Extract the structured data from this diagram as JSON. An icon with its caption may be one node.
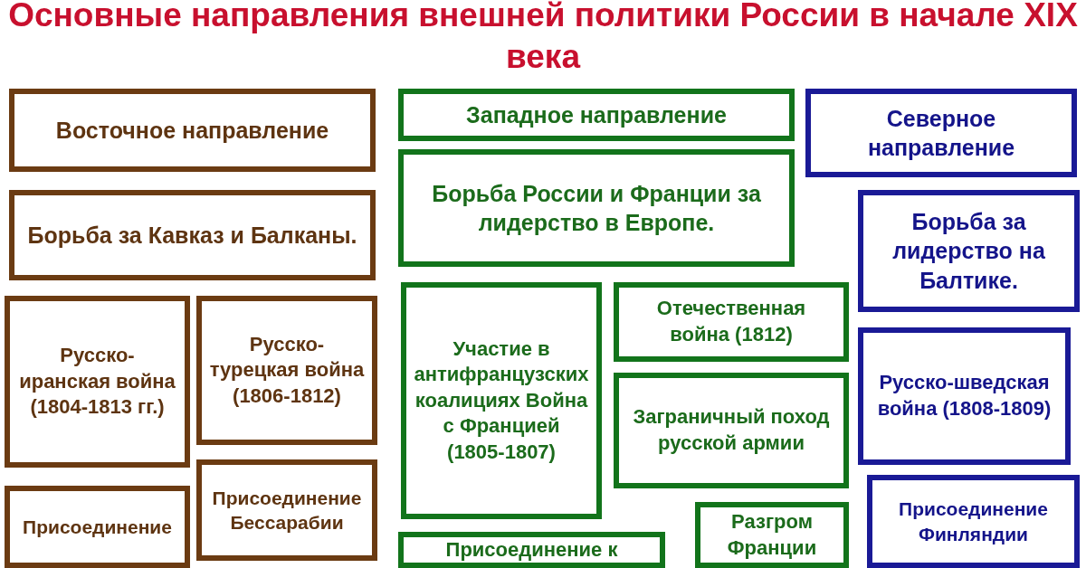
{
  "diagram": {
    "title": "Основные направления внешней политики России в начале XIX века",
    "nodes": [
      {
        "text": [
          "Восточное направление"
        ]
      },
      {
        "text": [
          "Борьба за Кавказ и Балканы."
        ]
      },
      {
        "text": [
          "Русско-иранская война (1804-1813 гг.)"
        ]
      },
      {
        "text": [
          "Русско-турецкая война (1806-1812)"
        ]
      },
      {
        "text": [
          "Присоединение"
        ]
      },
      {
        "text": [
          "Присоединение Бессарабии"
        ]
      },
      {
        "text": [
          "Западное направление"
        ]
      },
      {
        "text": [
          "Борьба России и Франции за лидерство в Европе."
        ]
      },
      {
        "text": [
          "Участие в антифранцузских коалициях Война с Францией (1805-1807)"
        ]
      },
      {
        "text": [
          "Отечественная война (1812)"
        ]
      },
      {
        "text": [
          "Заграничный поход русской армии"
        ]
      },
      {
        "text": [
          "Присоединение к"
        ]
      },
      {
        "text": [
          "Разгром Франции"
        ]
      },
      {
        "text": [
          "Северное направление"
        ]
      },
      {
        "text": [
          "Борьба за лидерство на Балтике."
        ]
      },
      {
        "text": [
          "Русско-шведская война (1808-1809)"
        ]
      },
      {
        "text": [
          "Присоединение Финляндии"
        ]
      }
    ]
  }
}
